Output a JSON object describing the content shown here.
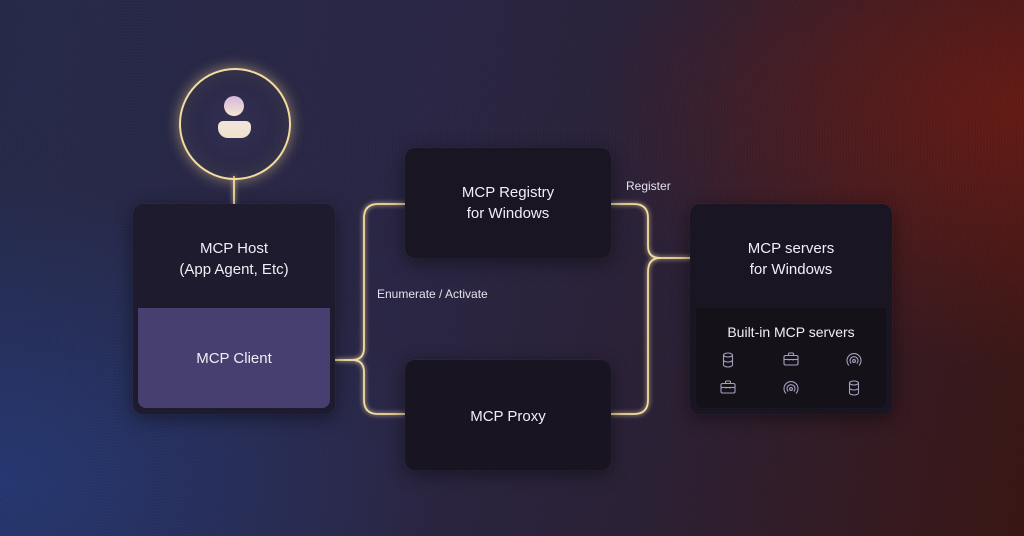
{
  "diagram": {
    "user": {
      "icon": "user-icon"
    },
    "host": {
      "title_line1": "MCP Host",
      "title_line2": "(App Agent, Etc)",
      "client_label": "MCP Client"
    },
    "registry": {
      "title_line1": "MCP Registry",
      "title_line2": "for Windows"
    },
    "proxy": {
      "title": "MCP Proxy"
    },
    "servers": {
      "title_line1": "MCP servers",
      "title_line2": "for Windows",
      "builtin_label": "Built-in MCP servers",
      "icons": [
        "database-icon",
        "briefcase-icon",
        "broadcast-icon",
        "briefcase-icon",
        "broadcast-icon",
        "database-icon"
      ]
    },
    "edges": {
      "enumerate_label": "Enumerate / Activate",
      "register_label": "Register"
    }
  },
  "colors": {
    "connector": "#f3dca0",
    "client_fill": "#463f70",
    "box_fill": "#1b1727"
  }
}
